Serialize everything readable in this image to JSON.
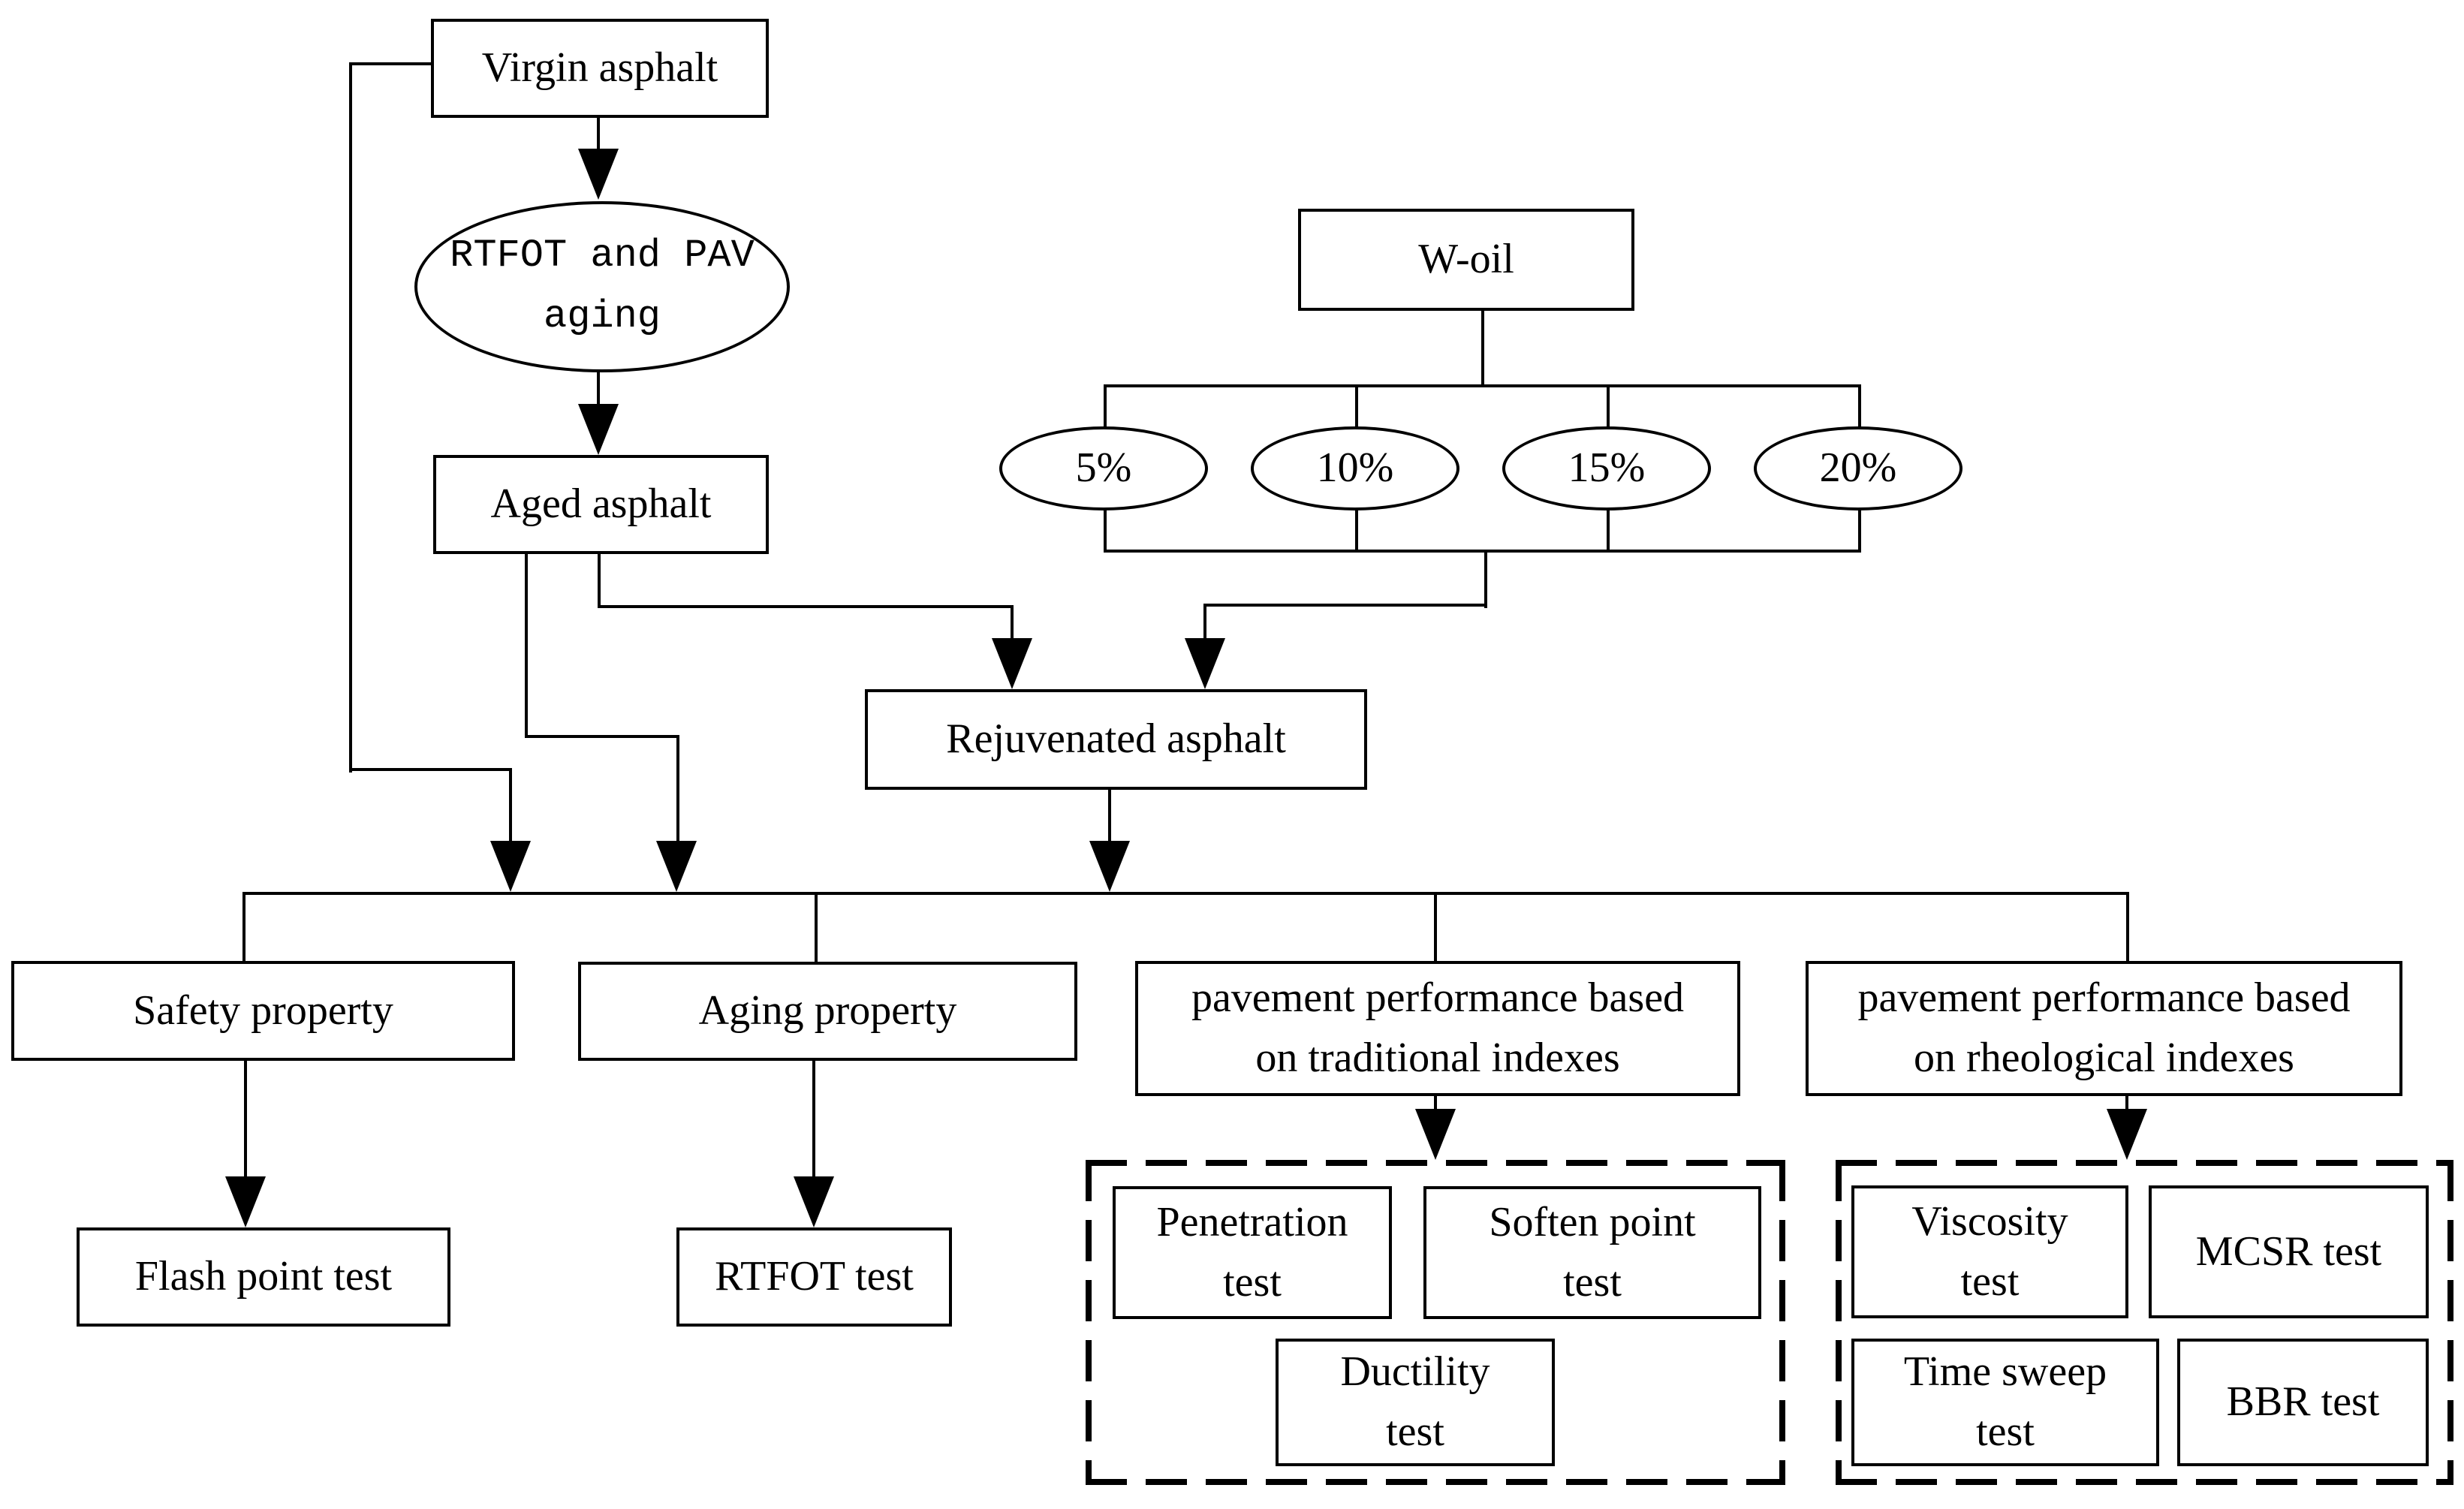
{
  "colors": {
    "line": "#000000",
    "background": "#ffffff",
    "text": "#000000"
  },
  "nodes": {
    "virgin_asphalt": "Virgin asphalt",
    "rtfot_pav_aging": {
      "line1": "RTFOT and PAV",
      "line2": "aging"
    },
    "aged_asphalt": "Aged asphalt",
    "w_oil": "W-oil",
    "dosages": [
      "5%",
      "10%",
      "15%",
      "20%"
    ],
    "rejuvenated_asphalt": "Rejuvenated asphalt",
    "safety_property": "Safety property",
    "aging_property": "Aging property",
    "pavement_traditional": {
      "line1": "pavement performance based",
      "line2": "on traditional indexes"
    },
    "pavement_rheological": {
      "line1": "pavement performance based",
      "line2": "on rheological indexes"
    },
    "flash_point_test": "Flash point test",
    "rtfot_test": "RTFOT test",
    "penetration_test": {
      "line1": "Penetration",
      "line2": "test"
    },
    "soften_point_test": {
      "line1": "Soften point",
      "line2": "test"
    },
    "ductility_test": {
      "line1": "Ductility",
      "line2": "test"
    },
    "viscosity_test": {
      "line1": "Viscosity",
      "line2": "test"
    },
    "mcsr_test": "MCSR test",
    "time_sweep_test": {
      "line1": "Time sweep",
      "line2": "test"
    },
    "bbr_test": "BBR test"
  }
}
